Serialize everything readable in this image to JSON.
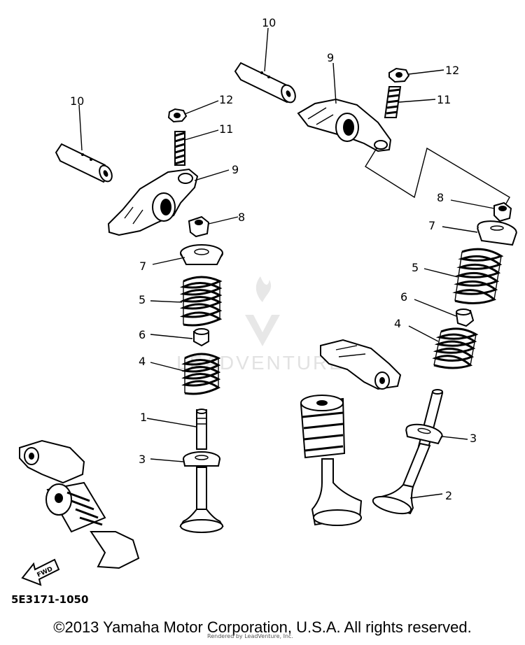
{
  "diagram": {
    "code": "5E3171-1050",
    "fwd_label": "FWD",
    "watermark": "LEADVENTURE",
    "copyright": "©2013 Yamaha Motor Corporation, U.S.A. All rights reserved.",
    "rendered_by": "Rendered by LeadVenture, Inc.",
    "callouts": {
      "left_shaft": "10",
      "left_locknut": "12",
      "left_adjuster": "11",
      "left_rocker_arm": "9",
      "left_cap": "8",
      "left_retainer": "7",
      "left_outer_spring": "5",
      "left_seal": "6",
      "left_inner_spring": "4",
      "left_valve": "1",
      "left_seat": "3",
      "right_shaft": "10",
      "right_rocker_arm": "9",
      "right_locknut": "12",
      "right_adjuster": "11",
      "right_cap": "8",
      "right_retainer": "7",
      "right_outer_spring": "5",
      "right_seal": "6",
      "right_inner_spring": "4",
      "right_seat": "3",
      "right_valve": "2"
    }
  }
}
